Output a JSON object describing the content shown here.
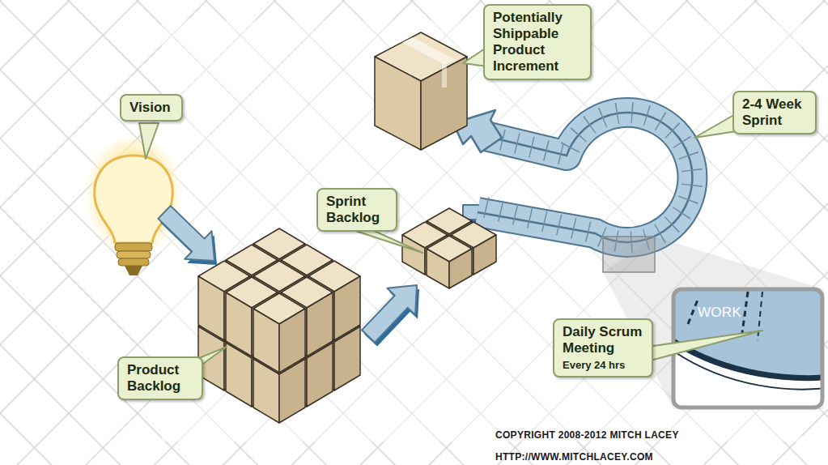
{
  "diagram": {
    "nodes": [
      {
        "text": [
          "Vision"
        ]
      },
      {
        "text": [
          "Potentially Shippable Product Increment"
        ]
      },
      {
        "text": [
          "2-4 Week Sprint"
        ]
      },
      {
        "text": [
          "Sprint Backlog"
        ]
      },
      {
        "text": [
          "Product Backlog"
        ]
      },
      {
        "text": [
          "Daily Scrum Meeting",
          "Every 24 hrs"
        ]
      }
    ],
    "labels": [
      "WORK",
      "COPYRIGHT 2008-2012 MITCH LACEY",
      "HTTP://WWW.MITCHLACEY.COM"
    ]
  }
}
